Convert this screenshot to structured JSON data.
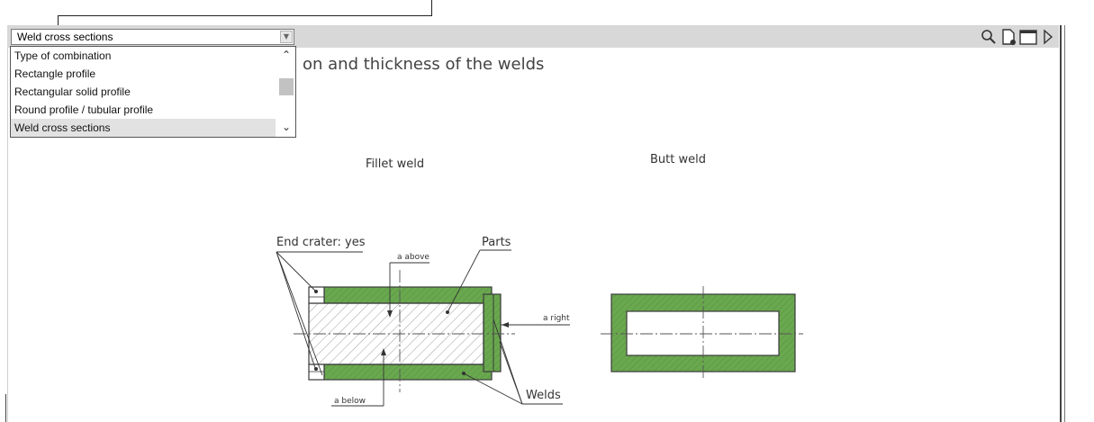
{
  "dropdown": {
    "selected": "Weld cross sections",
    "items": [
      {
        "label": "Type of combination"
      },
      {
        "label": "Rectangle profile"
      },
      {
        "label": "Rectangular solid profile"
      },
      {
        "label": "Round profile / tubular profile"
      },
      {
        "label": "Weld cross sections"
      }
    ]
  },
  "page": {
    "heading": "on and thickness of the welds",
    "fillet_label": "Fillet weld",
    "butt_label": "Butt weld"
  },
  "diagram": {
    "end_crater": "End crater: yes",
    "parts": "Parts",
    "a_above": "a above",
    "a_right": "a right",
    "a_below": "a below",
    "welds": "Welds"
  },
  "toolbar": {
    "icons": [
      "magnifier-icon",
      "page-settings-icon",
      "window-icon",
      "play-icon"
    ]
  },
  "colors": {
    "weld_fill": "#6aa84f",
    "weld_stroke": "#3a3a3a",
    "toolbar_bg": "#d8d8d8"
  }
}
